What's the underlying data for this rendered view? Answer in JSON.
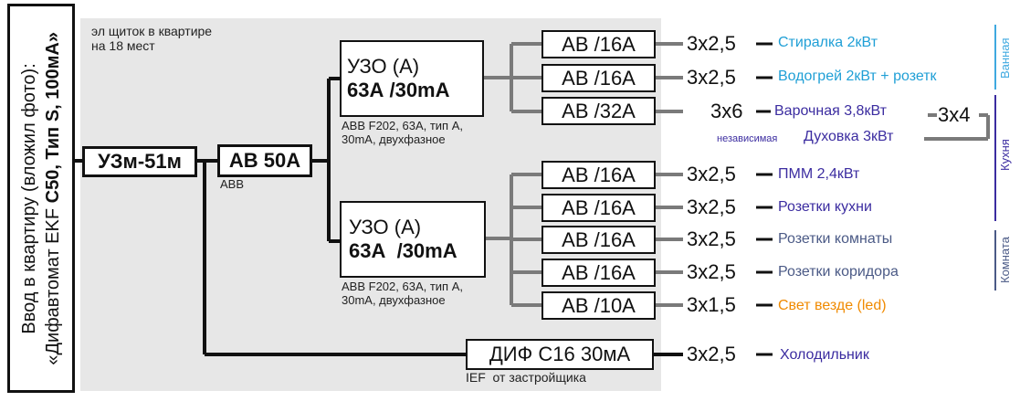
{
  "colors": {
    "wire": "#7a7a7a",
    "main_wire": "#111111",
    "panel": "#e7e7e7",
    "load_blue": "#1f9fd6",
    "load_purple": "#3b2ca0",
    "load_slate": "#4b5a86",
    "load_orange": "#f08a00",
    "bath": "#3fa9e0",
    "kitchen": "#3b2ca0",
    "room": "#4b5a86"
  },
  "input": {
    "line1": "Ввод в квартиру (вложил фото):",
    "line2_prefix": "«Дифавтомат EKF ",
    "line2_bold": "С50, Тип S, 100мА»"
  },
  "panel_note": {
    "line1": "эл щиток в квартире",
    "line2": "на 18 мест"
  },
  "devices": {
    "uzm": "УЗм-51м",
    "main_breaker": "АВ 50А",
    "main_breaker_note": "ABB",
    "rcd_top": {
      "line1": "УЗО (А)",
      "line2": "63А /30mA",
      "note": [
        "ABB F202, 63А, тип А,",
        "30mA, двухфазное"
      ]
    },
    "rcd_bottom": {
      "line1": "УЗО (А)",
      "line2": "63А  /30mA",
      "note": [
        "ABB F202, 63А, тип А,",
        "30mA, двухфазное"
      ]
    },
    "dif": "ДИФ С16 30мА",
    "dif_note": "IEF  от застройщика"
  },
  "top_breakers": [
    "АВ /16А",
    "АВ /16А",
    "АВ /32А"
  ],
  "bottom_breakers": [
    "АВ /16А",
    "АВ /16А",
    "АВ /16А",
    "АВ /16А",
    "АВ /10А"
  ],
  "circuits": [
    {
      "cable": "3х2,5",
      "load": "Стиралка 2кВт",
      "color": "#1f9fd6"
    },
    {
      "cable": "3х2,5",
      "load": "Водогрей 2кВт + розетк",
      "color": "#1f9fd6"
    },
    {
      "cable": "3х6",
      "load": "Варочная 3,8кВт",
      "color": "#3b2ca0"
    },
    {
      "cable": "3х2,5",
      "load": "ПММ 2,4кВт",
      "color": "#3b2ca0"
    },
    {
      "cable": "3х2,5",
      "load": "Розетки кухни",
      "color": "#3b2ca0"
    },
    {
      "cable": "3х2,5",
      "load": "Розетки комнаты",
      "color": "#4b5a86"
    },
    {
      "cable": "3х2,5",
      "load": "Розетки коридора",
      "color": "#4b5a86"
    },
    {
      "cable": "3х1,5",
      "load": "Свет везде (led)",
      "color": "#f08a00"
    }
  ],
  "oven": {
    "note": "независимая",
    "load": "Духовка 3кВт",
    "cable": "3х4"
  },
  "fridge": {
    "cable": "3х2,5",
    "load": "Холодильник"
  },
  "zones": {
    "bath": "Ванная",
    "kitchen": "Кухня",
    "room": "Комната"
  }
}
